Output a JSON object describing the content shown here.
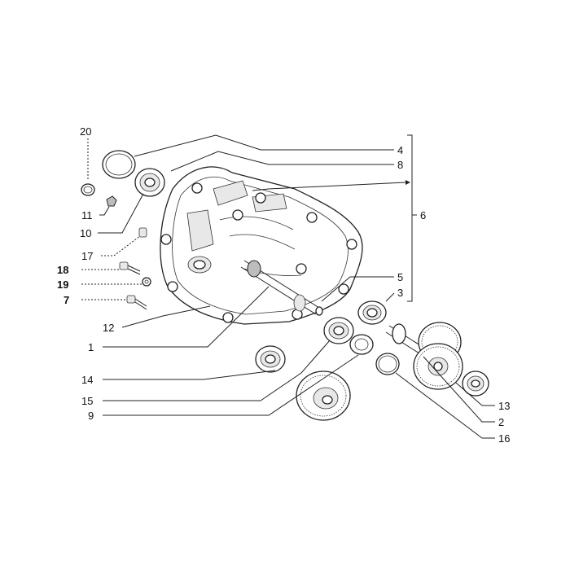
{
  "callouts": [
    {
      "id": "4",
      "text": "4",
      "bold": false
    },
    {
      "id": "8",
      "text": "8",
      "bold": false
    },
    {
      "id": "6",
      "text": "6",
      "bold": false
    },
    {
      "id": "5",
      "text": "5",
      "bold": false
    },
    {
      "id": "3",
      "text": "3",
      "bold": false
    },
    {
      "id": "20",
      "text": "20",
      "bold": false
    },
    {
      "id": "11",
      "text": "11",
      "bold": false
    },
    {
      "id": "10",
      "text": "10",
      "bold": false
    },
    {
      "id": "17",
      "text": "17",
      "bold": false
    },
    {
      "id": "18",
      "text": "18",
      "bold": true
    },
    {
      "id": "19",
      "text": "19",
      "bold": true
    },
    {
      "id": "7",
      "text": "7",
      "bold": false
    },
    {
      "id": "12",
      "text": "12",
      "bold": false
    },
    {
      "id": "1",
      "text": "1",
      "bold": false
    },
    {
      "id": "14",
      "text": "14",
      "bold": false
    },
    {
      "id": "15",
      "text": "15",
      "bold": false
    },
    {
      "id": "9",
      "text": "9",
      "bold": false
    },
    {
      "id": "13",
      "text": "13",
      "bold": false
    },
    {
      "id": "2",
      "text": "2",
      "bold": false
    },
    {
      "id": "16",
      "text": "16",
      "bold": false
    }
  ]
}
